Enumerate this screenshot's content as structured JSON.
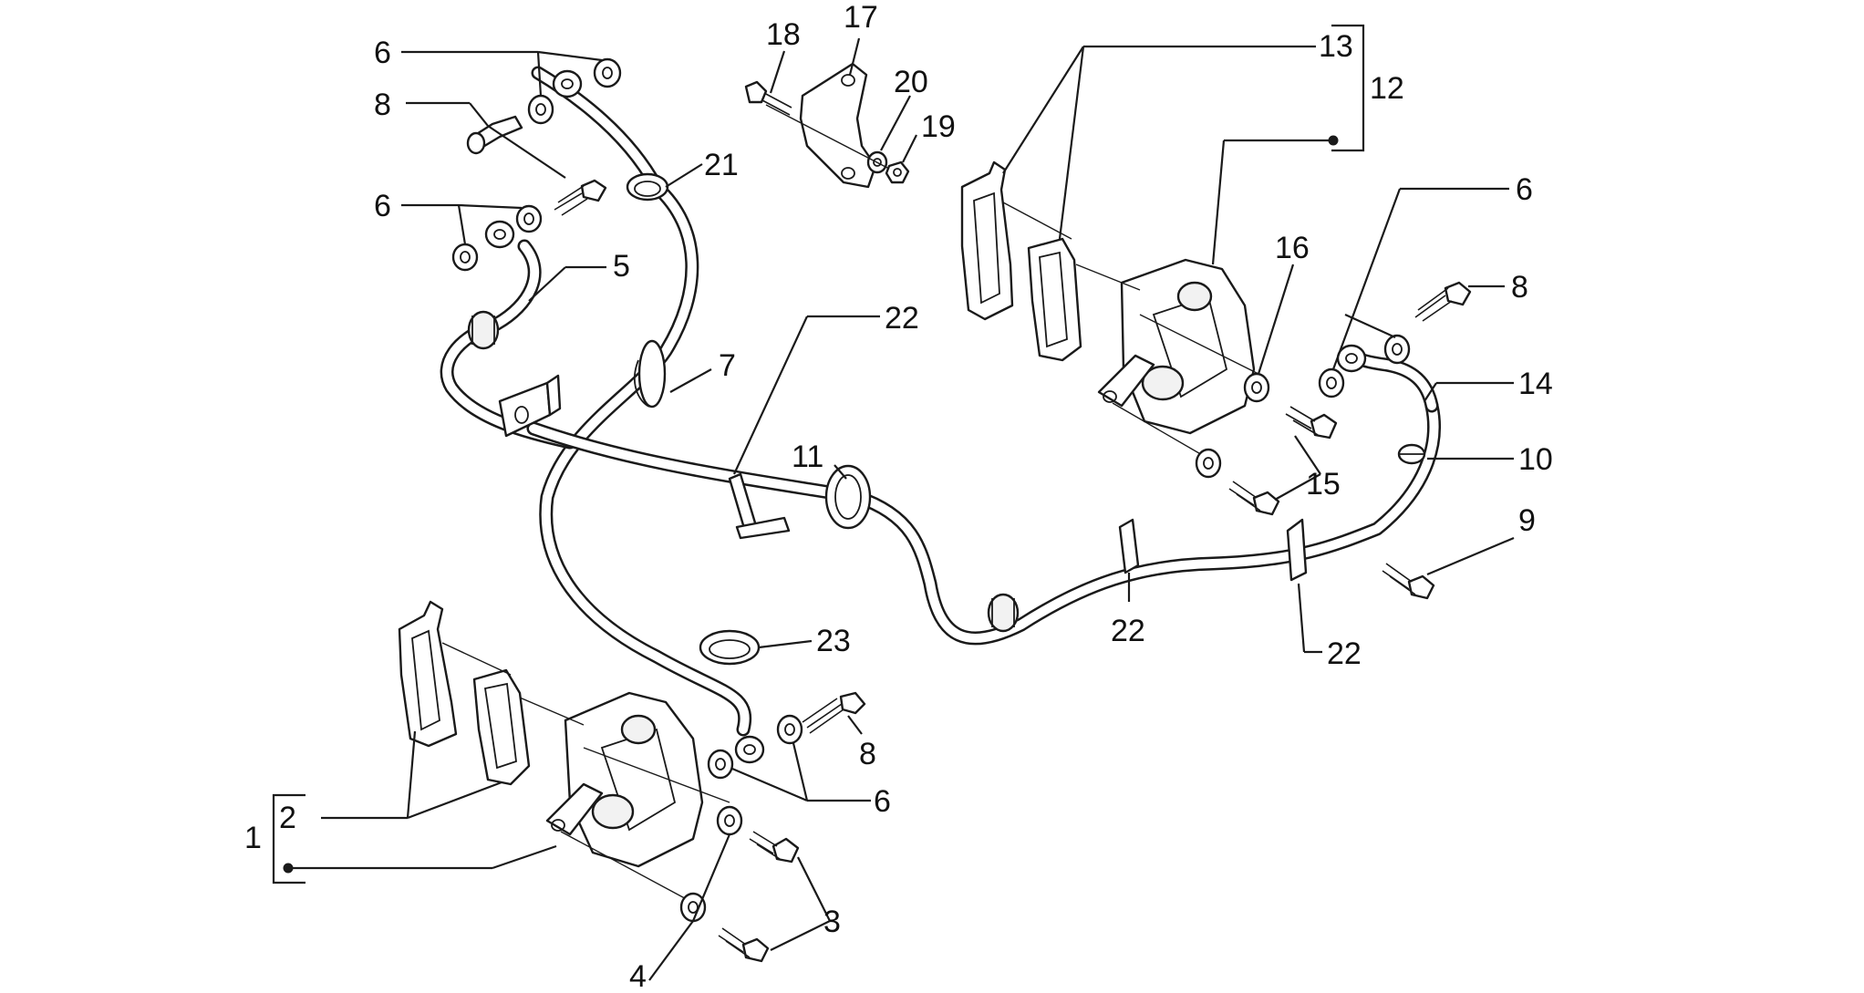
{
  "diagram": {
    "callouts": {
      "c1": "1",
      "c2": "2",
      "c3": "3",
      "c4": "4",
      "c5": "5",
      "c6a": "6",
      "c6b": "6",
      "c6c": "6",
      "c6d": "6",
      "c7": "7",
      "c8a": "8",
      "c8b": "8",
      "c8c": "8",
      "c9": "9",
      "c10": "10",
      "c11": "11",
      "c12": "12",
      "c13": "13",
      "c14": "14",
      "c15": "15",
      "c16": "16",
      "c17": "17",
      "c18": "18",
      "c19": "19",
      "c20": "20",
      "c21": "21",
      "c22a": "22",
      "c22b": "22",
      "c22c": "22",
      "c23": "23"
    }
  }
}
